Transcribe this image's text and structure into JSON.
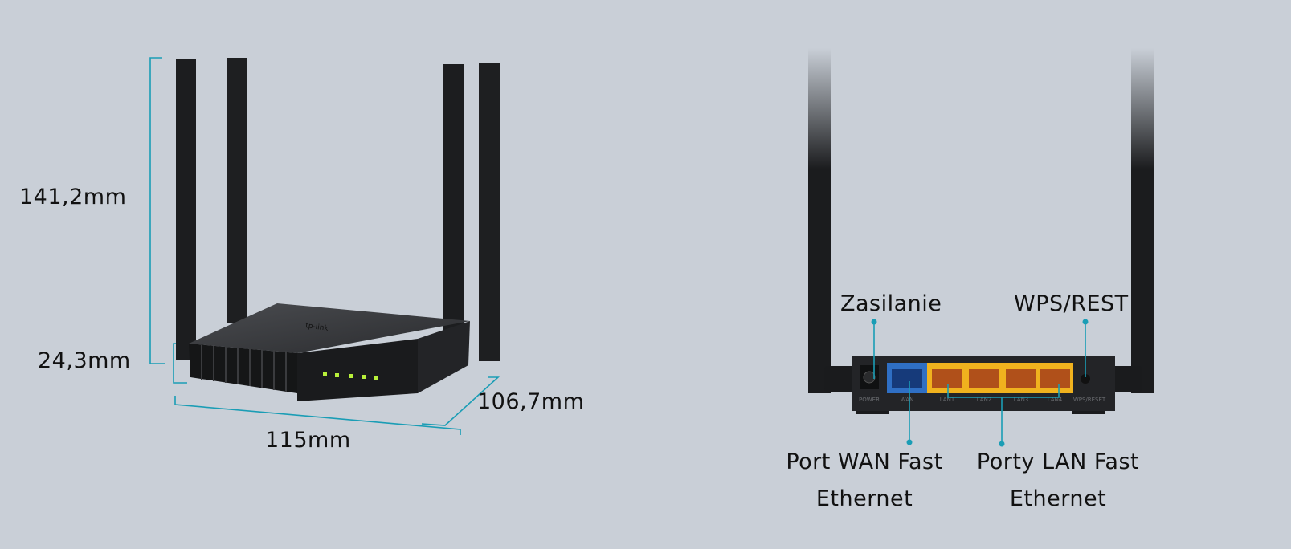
{
  "dimensions": {
    "height": "141,2mm",
    "body_height": "24,3mm",
    "width": "115mm",
    "depth": "106,7mm"
  },
  "rear_labels": {
    "power": "Zasilanie",
    "wps_reset": "WPS/REST",
    "wan_line1": "Port WAN Fast",
    "wan_line2": "Ethernet",
    "lan_line1": "Porty LAN Fast",
    "lan_line2": "Ethernet"
  },
  "port_labels": [
    "POWER",
    "WAN",
    "LAN1",
    "LAN2",
    "LAN3",
    "LAN4",
    "WPS/RESET"
  ],
  "brand_logo": "tp-link",
  "colors": {
    "background": "#c9cfd7",
    "dimension_line": "#1a9db5",
    "wan_port": "#2f6fc4",
    "lan_port": "#f0b21e",
    "led": "#b8f03a",
    "router_body": "#1e1f21"
  }
}
